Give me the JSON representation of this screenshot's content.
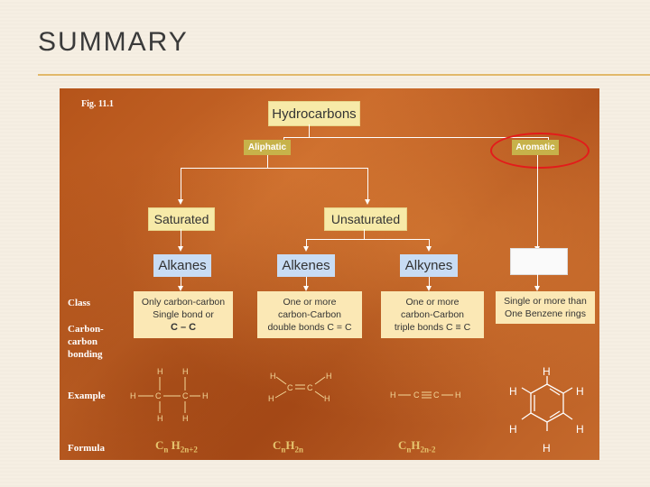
{
  "slide_title": "SUMMARY",
  "figure": {
    "label": "Fig. 11.1",
    "root": "Hydrocarbons",
    "branches": {
      "aliphatic": "Aliphatic",
      "aromatic": "Aromatic"
    },
    "categories": {
      "saturated": "Saturated",
      "unsaturated": "Unsaturated"
    },
    "families": {
      "alkanes": "Alkanes",
      "alkenes": "Alkenes",
      "alkynes": "Alkynes"
    },
    "row_labels": {
      "class": "Class",
      "bonding": [
        "Carbon-",
        "carbon",
        "bonding"
      ],
      "example": "Example",
      "formula": "Formula"
    },
    "bonding": {
      "alkanes": {
        "line1": "Only carbon-carbon",
        "line2": "Single bond or",
        "line3": "C – C"
      },
      "alkenes": {
        "line1": "One or more",
        "line2": "carbon-Carbon",
        "line3": "double bonds C = C"
      },
      "alkynes": {
        "line1": "One or more",
        "line2": "carbon-Carbon",
        "line3": "triple bonds  C  ≡ C"
      },
      "aromatic": {
        "line1": "Single or more than",
        "line2": "One Benzene rings"
      }
    },
    "formulas": {
      "alkanes": {
        "base": "C",
        "n1": "n",
        "mid": " H",
        "sub": "2n+2"
      },
      "alkenes": {
        "base": "C",
        "n1": "n",
        "mid": "H",
        "sub": "2n"
      },
      "alkynes": {
        "base": "C",
        "n1": "n",
        "mid": "H",
        "sub": "2n-2"
      }
    },
    "atoms": {
      "h": "H",
      "c": "C"
    }
  },
  "colors": {
    "panel": "#b5541a",
    "gold_box": "#c7b24a",
    "main_box": "#f7eaa8",
    "family_box": "#c8dcf4",
    "bonding_box": "#fbe8b5",
    "highlight": "#e31b1b",
    "formula_text": "#e6c56e"
  }
}
